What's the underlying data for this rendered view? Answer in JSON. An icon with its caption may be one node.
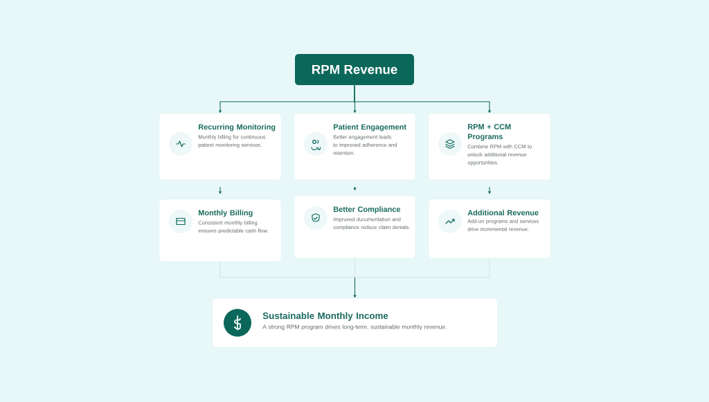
{
  "diagram": {
    "nodes": [
      {
        "text": [
          "RPM Revenue"
        ]
      },
      {
        "text": [
          "Recurring Monitoring",
          "Monthly billing for continuous patient monitoring services."
        ]
      },
      {
        "text": [
          "Patient Engagement",
          "Better engagement leads to improved adherence and retention."
        ]
      },
      {
        "text": [
          "RPM + CCM Programs",
          "Combine RPM with CCM to unlock additional revenue opportunities."
        ]
      },
      {
        "text": [
          "Monthly Billing",
          "Consistent monthly billing ensures predictable cash flow."
        ]
      },
      {
        "text": [
          "Better Compliance",
          "Improved documentation and compliance reduce claim denials."
        ]
      },
      {
        "text": [
          "Additional Revenue",
          "Add-on programs and services drive incremental revenue."
        ]
      },
      {
        "text": [
          "Sustainable Monthly Income",
          "A strong RPM program drives long-term, sustainable monthly revenue."
        ]
      }
    ],
    "edges": [
      {
        "from": 0,
        "to": 1,
        "arrow": "to"
      },
      {
        "from": 0,
        "to": 2,
        "arrow": "to"
      },
      {
        "from": 0,
        "to": 3,
        "arrow": "to"
      },
      {
        "from": 1,
        "to": 4,
        "arrow": "to"
      },
      {
        "from": 2,
        "to": 5,
        "arrow": "to"
      },
      {
        "from": 3,
        "to": 6,
        "arrow": "to"
      },
      {
        "from": 4,
        "to": 7,
        "arrow": "to",
        "color": "#d3e3e3"
      },
      {
        "from": 5,
        "to": 7,
        "arrow": "to",
        "color": "#d3e3e3"
      },
      {
        "from": 6,
        "to": 7,
        "arrow": "to",
        "color": "#d3e3e3"
      }
    ]
  }
}
